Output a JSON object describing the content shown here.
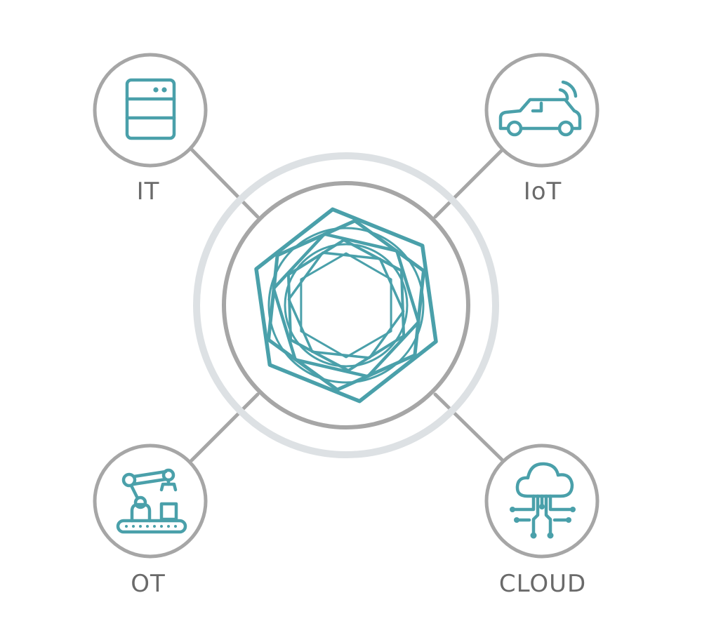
{
  "colors": {
    "accent": "#4aa0aa",
    "ring": "#a6a6a6",
    "halo": "#dde1e4",
    "label": "#6a6a6a"
  },
  "center": {
    "icon": "rotating-hexagons-logo-icon"
  },
  "nodes": [
    {
      "id": "it",
      "label": "IT",
      "icon": "server-icon"
    },
    {
      "id": "iot",
      "label": "IoT",
      "icon": "connected-car-icon"
    },
    {
      "id": "ot",
      "label": "OT",
      "icon": "industrial-robot-icon"
    },
    {
      "id": "cloud",
      "label": "CLOUD",
      "icon": "cloud-network-icon"
    }
  ]
}
